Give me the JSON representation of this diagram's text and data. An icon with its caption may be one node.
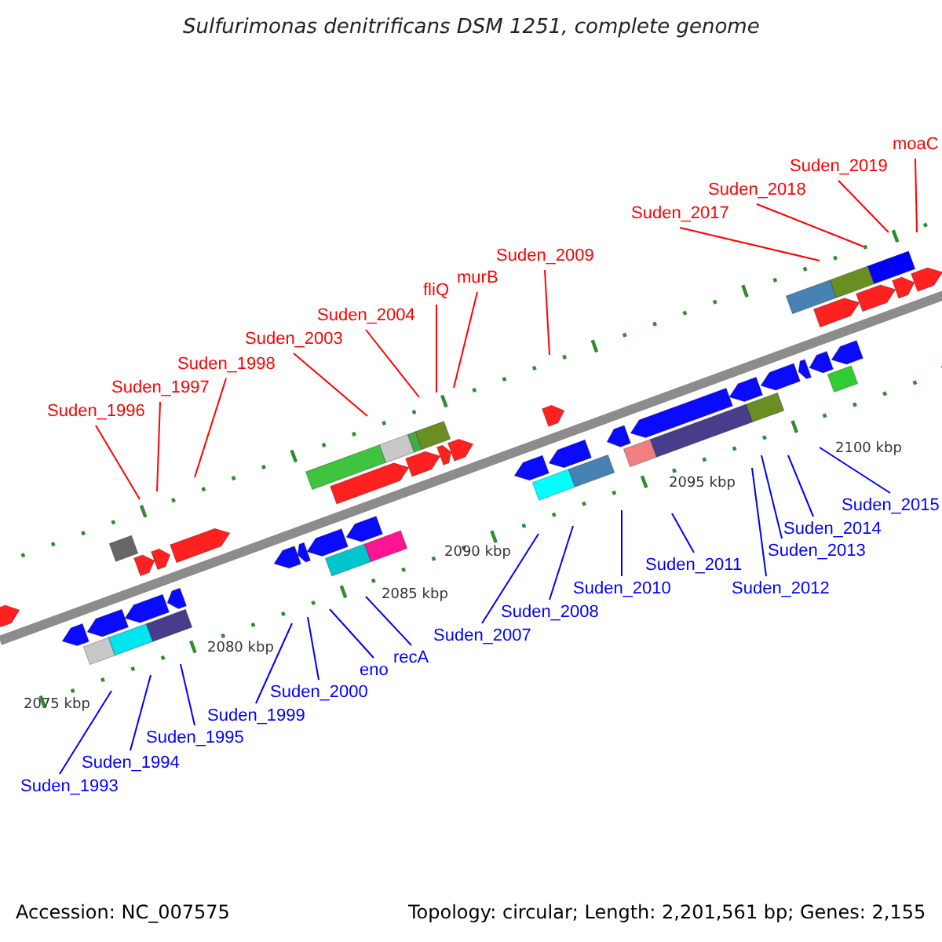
{
  "diagram": {
    "title": "Sulfurimonas denitrificans DSM 1251, complete genome",
    "nodes": [
      {
        "text": [
          "Suden_1996"
        ]
      },
      {
        "text": [
          "Suden_1997"
        ]
      },
      {
        "text": [
          "Suden_1998"
        ]
      },
      {
        "text": [
          "Suden_2003"
        ]
      },
      {
        "text": [
          "Suden_2004"
        ]
      },
      {
        "text": [
          "fliQ"
        ]
      },
      {
        "text": [
          "murB"
        ]
      },
      {
        "text": [
          "Suden_2009"
        ]
      },
      {
        "text": [
          "Suden_2017"
        ]
      },
      {
        "text": [
          "Suden_2018"
        ]
      },
      {
        "text": [
          "Suden_2019"
        ]
      },
      {
        "text": [
          "moaC"
        ]
      },
      {
        "text": [
          "Suden_1993"
        ]
      },
      {
        "text": [
          "Suden_1994"
        ]
      },
      {
        "text": [
          "Suden_1995"
        ]
      },
      {
        "text": [
          "Suden_1999"
        ]
      },
      {
        "text": [
          "Suden_2000"
        ]
      },
      {
        "text": [
          "eno"
        ]
      },
      {
        "text": [
          "recA"
        ]
      },
      {
        "text": [
          "Suden_2007"
        ]
      },
      {
        "text": [
          "Suden_2008"
        ]
      },
      {
        "text": [
          "Suden_2010"
        ]
      },
      {
        "text": [
          "Suden_2011"
        ]
      },
      {
        "text": [
          "Suden_2012"
        ]
      },
      {
        "text": [
          "Suden_2013"
        ]
      },
      {
        "text": [
          "Suden_2014"
        ]
      },
      {
        "text": [
          "Suden_2015"
        ]
      }
    ],
    "edges": [
      {
        "from": 0,
        "to": null,
        "arrow": "none",
        "color": "#ff0000"
      },
      {
        "from": 1,
        "to": null,
        "arrow": "none",
        "color": "#ff0000"
      },
      {
        "from": 2,
        "to": null,
        "arrow": "none",
        "color": "#ff0000"
      },
      {
        "from": 3,
        "to": null,
        "arrow": "none",
        "color": "#ff0000"
      },
      {
        "from": 4,
        "to": null,
        "arrow": "none",
        "color": "#ff0000"
      },
      {
        "from": 5,
        "to": null,
        "arrow": "none",
        "color": "#ff0000"
      },
      {
        "from": 6,
        "to": null,
        "arrow": "none",
        "color": "#ff0000"
      },
      {
        "from": 7,
        "to": null,
        "arrow": "none",
        "color": "#ff0000"
      },
      {
        "from": 8,
        "to": null,
        "arrow": "none",
        "color": "#ff0000"
      },
      {
        "from": 9,
        "to": null,
        "arrow": "none",
        "color": "#ff0000"
      },
      {
        "from": 10,
        "to": null,
        "arrow": "none",
        "color": "#ff0000"
      },
      {
        "from": 11,
        "to": null,
        "arrow": "none",
        "color": "#ff0000"
      },
      {
        "from": 12,
        "to": null,
        "arrow": "none"
      },
      {
        "from": 13,
        "to": null,
        "arrow": "none"
      },
      {
        "from": 14,
        "to": null,
        "arrow": "none"
      },
      {
        "from": 15,
        "to": null,
        "arrow": "none"
      },
      {
        "from": 16,
        "to": null,
        "arrow": "none"
      },
      {
        "from": 17,
        "to": null,
        "arrow": "none"
      },
      {
        "from": 18,
        "to": null,
        "arrow": "none"
      },
      {
        "from": 19,
        "to": null,
        "arrow": "none"
      },
      {
        "from": 20,
        "to": null,
        "arrow": "none"
      },
      {
        "from": 21,
        "to": null,
        "arrow": "none"
      },
      {
        "from": 22,
        "to": null,
        "arrow": "none"
      },
      {
        "from": 23,
        "to": null,
        "arrow": "none"
      },
      {
        "from": 24,
        "to": null,
        "arrow": "none"
      },
      {
        "from": 25,
        "to": null,
        "arrow": "none"
      },
      {
        "from": 26,
        "to": null,
        "arrow": "none"
      }
    ],
    "labels": [
      "2075 kbp",
      "2080 kbp",
      "2085 kbp",
      "2090 kbp",
      "2095 kbp",
      "2100 kbp",
      "Accession: NC_007575",
      "Topology: circular; Length: 2,201,561 bp; Genes: 2,155"
    ]
  }
}
